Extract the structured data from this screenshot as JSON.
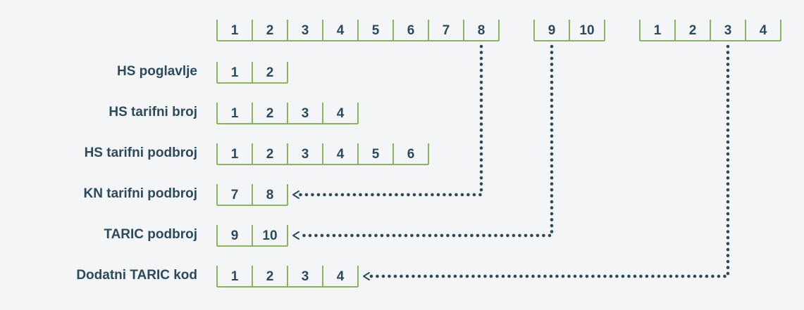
{
  "top_groups": [
    {
      "id": "hs-kn",
      "digits": [
        "1",
        "2",
        "3",
        "4",
        "5",
        "6",
        "7",
        "8"
      ]
    },
    {
      "id": "taric",
      "digits": [
        "9",
        "10"
      ]
    },
    {
      "id": "additional",
      "digits": [
        "1",
        "2",
        "3",
        "4"
      ]
    }
  ],
  "rows": [
    {
      "id": "hs-chapter",
      "label": "HS poglavlje",
      "digits": [
        "1",
        "2"
      ]
    },
    {
      "id": "hs-heading",
      "label": "HS tarifni broj",
      "digits": [
        "1",
        "2",
        "3",
        "4"
      ]
    },
    {
      "id": "hs-subheading",
      "label": "HS tarifni podbroj",
      "digits": [
        "1",
        "2",
        "3",
        "4",
        "5",
        "6"
      ]
    },
    {
      "id": "kn-subheading",
      "label": "KN tarifni podbroj",
      "digits": [
        "7",
        "8"
      ]
    },
    {
      "id": "taric-subheading",
      "label": "TARIC podbroj",
      "digits": [
        "9",
        "10"
      ]
    },
    {
      "id": "additional-taric",
      "label": "Dodatni TARIC kod",
      "digits": [
        "1",
        "2",
        "3",
        "4"
      ]
    }
  ],
  "connectors": [
    {
      "from_group": "hs-kn",
      "from_digit_index": 7,
      "to_row": "kn-subheading"
    },
    {
      "from_group": "taric",
      "from_digit_index": 0,
      "to_row": "taric-subheading"
    },
    {
      "from_group": "additional",
      "from_digit_index": 2,
      "to_row": "additional-taric"
    }
  ],
  "colors": {
    "box_stroke": "#8ab55a",
    "text": "#2c4a5e",
    "connector": "#2c4a5e",
    "background": "#f4f5f7"
  }
}
